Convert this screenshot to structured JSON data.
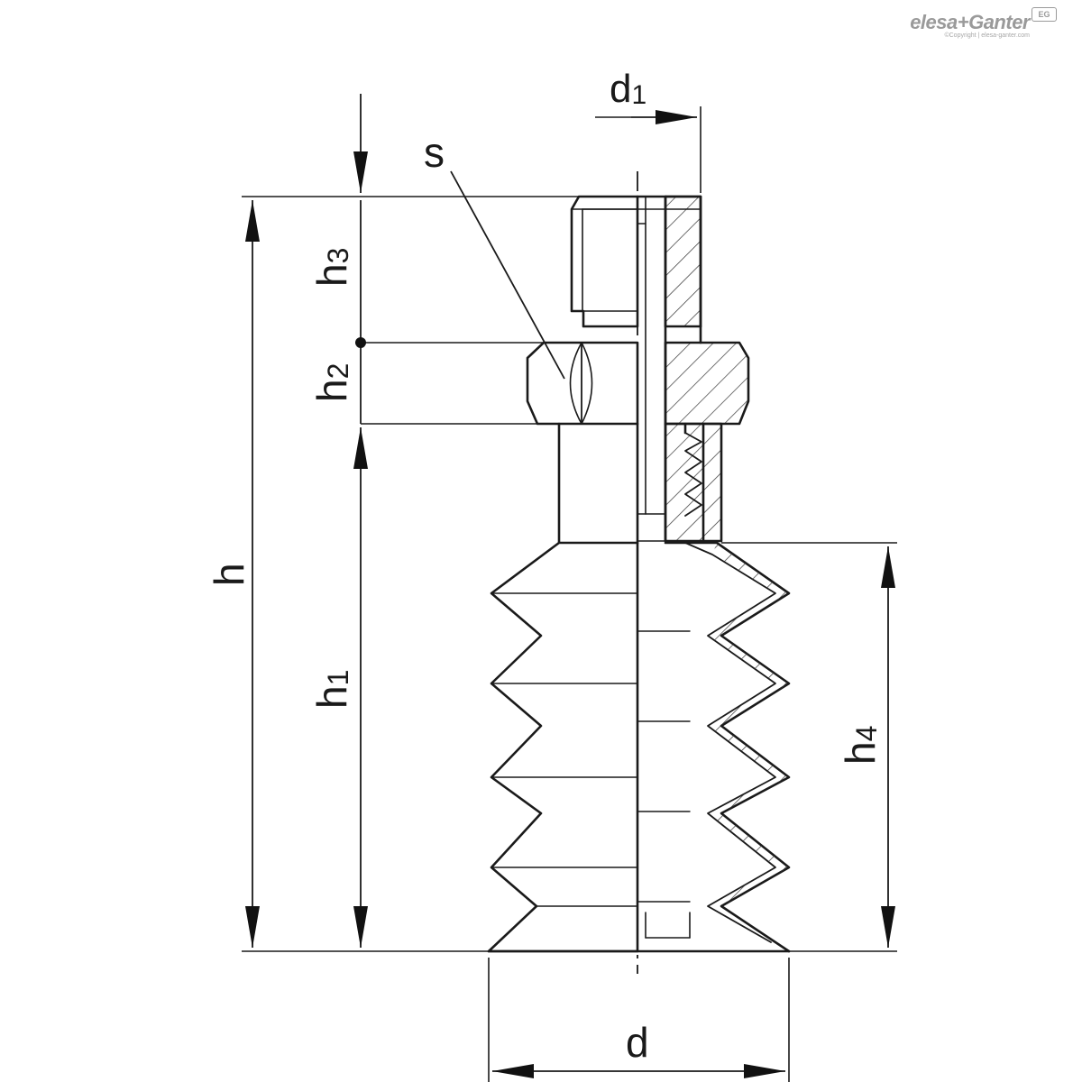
{
  "brand": {
    "logo_text": "elesa+Ganter",
    "badge": "EG",
    "copyright": "©Copyright | elesa-ganter.com"
  },
  "dimensions": {
    "d": "d",
    "d1_main": "d",
    "d1_sub": "1",
    "s": "s",
    "h": "h",
    "h1_main": "h",
    "h1_sub": "1",
    "h2_main": "h",
    "h2_sub": "2",
    "h3_main": "h",
    "h3_sub": "3",
    "h4_main": "h",
    "h4_sub": "4"
  }
}
